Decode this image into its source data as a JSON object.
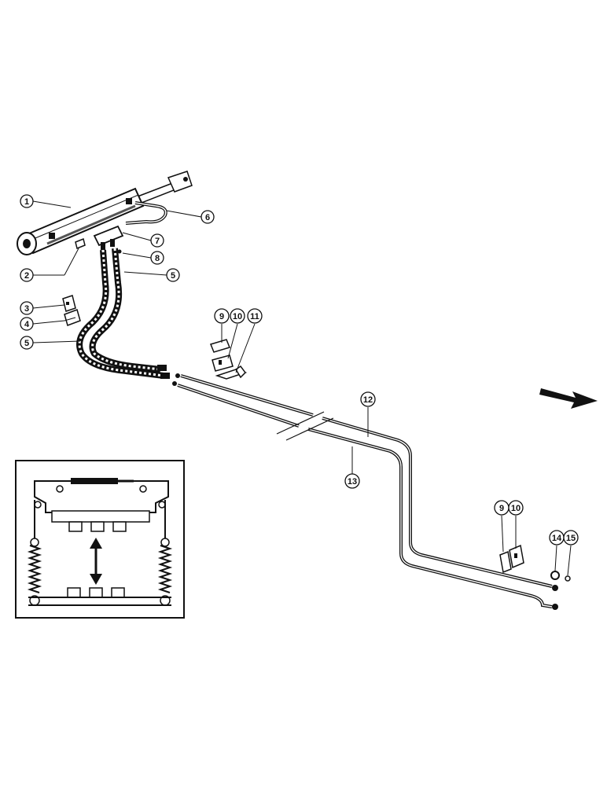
{
  "callouts": [
    {
      "label": "1"
    },
    {
      "label": "2"
    },
    {
      "label": "3"
    },
    {
      "label": "4"
    },
    {
      "label": "5"
    },
    {
      "label": "5"
    },
    {
      "label": "6"
    },
    {
      "label": "7"
    },
    {
      "label": "8"
    },
    {
      "label": "9"
    },
    {
      "label": "10"
    },
    {
      "label": "11"
    },
    {
      "label": "12"
    },
    {
      "label": "13"
    },
    {
      "label": "9"
    },
    {
      "label": "10"
    },
    {
      "label": "14"
    },
    {
      "label": "15"
    }
  ],
  "colors": {
    "ink": "#111111",
    "paper": "#ffffff"
  }
}
